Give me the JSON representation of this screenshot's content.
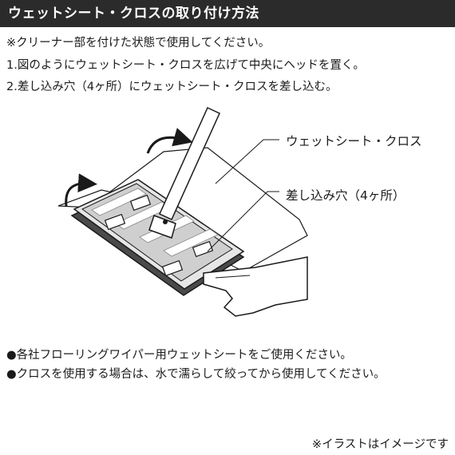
{
  "title": "ウェットシート・クロスの取り付け方法",
  "instructions": {
    "note": "※クリーナー部を付けた状態で使用してください。",
    "step1": "1.図のようにウェットシート・クロスを広げて中央にヘッドを置く。",
    "step2": "2.差し込み穴（4ヶ所）にウェットシート・クロスを差し込む。"
  },
  "illustration": {
    "label_sheet": "ウェットシート・クロス",
    "label_holes": "差し込み穴（4ヶ所）"
  },
  "bullets": [
    "●各社フローリングワイパー用ウェットシートをご使用ください。",
    "●クロスを使用する場合は、水で濡らして絞ってから使用してください。"
  ],
  "footer_note": "※イラストはイメージです",
  "colors": {
    "title_bg": "#2b2b2b",
    "title_text": "#ffffff",
    "line_art": "#1a1a1a"
  }
}
